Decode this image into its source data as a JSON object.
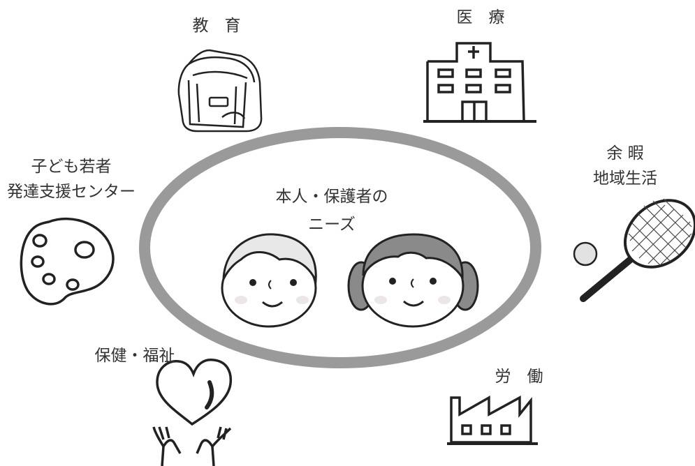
{
  "center": {
    "line1": "本人・保護者の",
    "line2": "ニーズ"
  },
  "categories": {
    "education": {
      "label": "教　育",
      "icon": "school-backpack-icon"
    },
    "medical": {
      "label": "医　療",
      "icon": "hospital-building-icon"
    },
    "leisure": {
      "line1": "余 暇",
      "line2": "地域生活",
      "icon": "tennis-racket-icon"
    },
    "child_support": {
      "line1": "子ども若者",
      "line2": "発達支援センター",
      "icon": "paint-palette-icon"
    },
    "health_welfare": {
      "label": "保健・福祉",
      "icon": "heart-hands-icon"
    },
    "labor": {
      "label": "労　働",
      "icon": "factory-icon"
    }
  },
  "colors": {
    "ring": "#9a9a9a",
    "line": "#222222",
    "cheek": "#ece6e6",
    "hair_girl": "#8a8a8a",
    "hair_boy": "#e8e8e8",
    "text": "#333333"
  }
}
